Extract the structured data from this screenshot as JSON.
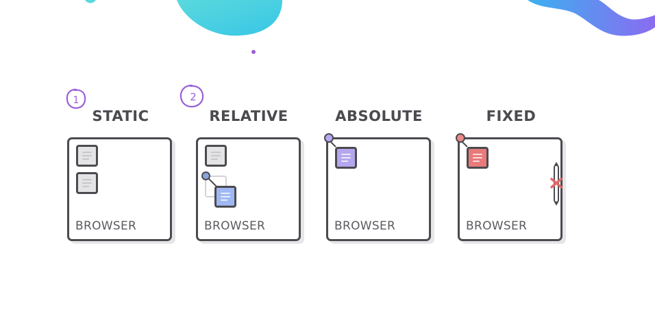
{
  "colors": {
    "outline": "#4a4a4f",
    "static_element": "#e4e4e6",
    "relative_element": "#9fb8f2",
    "relative_marker": "#8aa6d8",
    "absolute_element": "#b5a6ee",
    "absolute_marker": "#b9a8ef",
    "fixed_element": "#e87a7a",
    "fixed_marker": "#ea8a8a",
    "fixed_cross": "#e06a6a",
    "annotation": "#9a5fd6",
    "blob_cyan": "#4fd4e0",
    "blob_purple": "#8a6cf0"
  },
  "annotations": [
    "1",
    "2"
  ],
  "panels": [
    {
      "title": "STATIC",
      "label": "BROWSER"
    },
    {
      "title": "RELATIVE",
      "label": "BROWSER"
    },
    {
      "title": "ABSOLUTE",
      "label": "BROWSER"
    },
    {
      "title": "FIXED",
      "label": "BROWSER"
    }
  ]
}
